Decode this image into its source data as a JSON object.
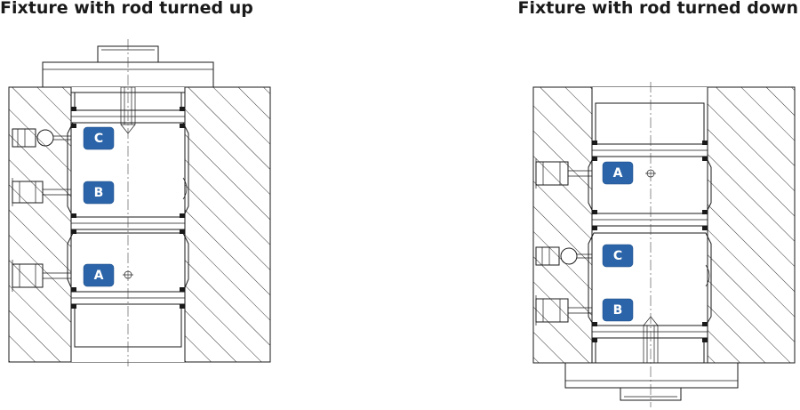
{
  "titles": {
    "rod_up": "Fixture with rod turned up",
    "rod_down": "Fixture with rod turned down"
  },
  "left_fixture": {
    "ports": [
      "C",
      "B",
      "A"
    ]
  },
  "right_fixture": {
    "ports": [
      "A",
      "C",
      "B"
    ]
  },
  "colors": {
    "badge": "#2b64a8",
    "badge_text": "#ffffff",
    "line": "#1a1a1a"
  }
}
